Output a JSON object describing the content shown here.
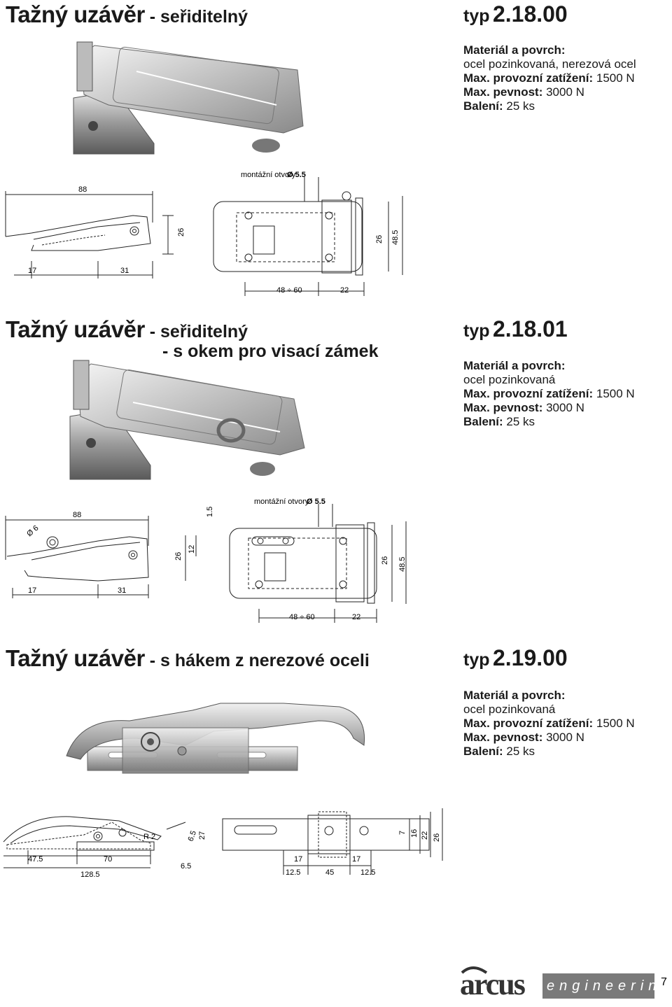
{
  "products": [
    {
      "title_main": "Tažný uzávěr",
      "title_sub": " - seřiditelný",
      "title_sub2": "",
      "typ_label": "typ",
      "typ_number": "2.18.00",
      "spec": {
        "material_label": "Materiál a povrch:",
        "material_value": "ocel pozinkovaná, nerezová ocel",
        "load_label": "Max. provozní zatížení:",
        "load_value": "1500 N",
        "strength_label": "Max. pevnost:",
        "strength_value": "3000 N",
        "pack_label": "Balení:",
        "pack_value": "25 ks"
      },
      "drawing": {
        "mount_note": "montážní otvory",
        "hole": "Ø 5.5",
        "dims": [
          "88",
          "26",
          "17",
          "31",
          "48 ÷ 60",
          "22",
          "26",
          "48.5"
        ]
      }
    },
    {
      "title_main": "Tažný uzávěr",
      "title_sub": " - seřiditelný",
      "title_sub2": "- s okem pro visací zámek",
      "typ_label": "typ",
      "typ_number": "2.18.01",
      "spec": {
        "material_label": "Materiál a povrch:",
        "material_value": "ocel pozinkovaná",
        "load_label": "Max. provozní zatížení:",
        "load_value": "1500 N",
        "strength_label": "Max. pevnost:",
        "strength_value": "3000 N",
        "pack_label": "Balení:",
        "pack_value": "25 ks"
      },
      "drawing": {
        "mount_note": "montážní otvory",
        "hole": "Ø 5.5",
        "dims": [
          "88",
          "Ø 6",
          "26",
          "12",
          "1.5",
          "17",
          "31",
          "48 ÷ 60",
          "22",
          "26",
          "48.5"
        ]
      }
    },
    {
      "title_main": "Tažný uzávěr",
      "title_sub": " - s hákem z nerezové oceli",
      "title_sub2": "",
      "typ_label": "typ",
      "typ_number": "2.19.00",
      "spec": {
        "material_label": "Materiál a povrch:",
        "material_value": "ocel pozinkovaná",
        "load_label": "Max. provozní zatížení:",
        "load_value": "1500 N",
        "strength_label": "Max. pevnost:",
        "strength_value": "3000 N",
        "pack_label": "Balení:",
        "pack_value": "25 ks"
      },
      "drawing": {
        "dims": [
          "47.5",
          "70",
          "128.5",
          "6.5",
          "R 2",
          "6.5",
          "27",
          "17",
          "17",
          "12.5",
          "45",
          "12.5",
          "7",
          "16",
          "22",
          "26"
        ]
      }
    }
  ],
  "footer": {
    "logo_text": "arcus",
    "logo_tagline": "engineering",
    "page_number": "7"
  }
}
